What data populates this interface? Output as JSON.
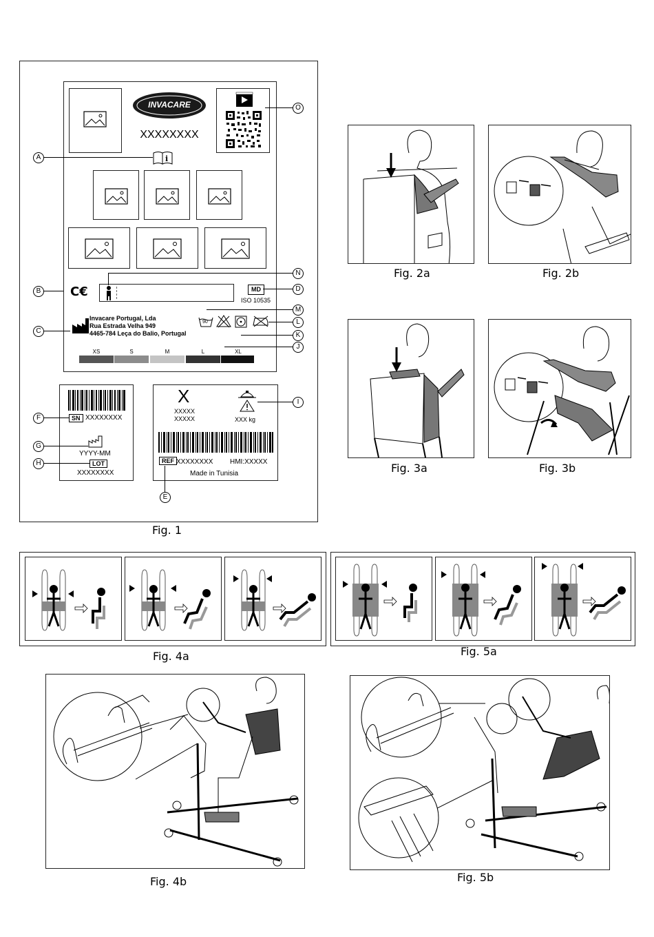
{
  "fig1": {
    "caption": "Fig. 1",
    "logo": "INVACARE",
    "model": "XXXXXXXX",
    "callouts": [
      "A",
      "B",
      "C",
      "D",
      "E",
      "F",
      "G",
      "H",
      "I",
      "J",
      "K",
      "L",
      "M",
      "N",
      "O"
    ],
    "md": "MD",
    "iso": "ISO 10535",
    "manufacturer": {
      "line1": "Invacare Portugal, Lda",
      "line2": "Rua Estrada Velha 949",
      "line3": "4465-784 Leça do Balio, Portugal"
    },
    "wash_temp": "90",
    "sizes": [
      {
        "label": "XS",
        "color": "#555555"
      },
      {
        "label": "S",
        "color": "#8c8c8c"
      },
      {
        "label": "M",
        "color": "#c4c4c4"
      },
      {
        "label": "L",
        "color": "#333333"
      },
      {
        "label": "XL",
        "color": "#111111"
      }
    ],
    "sn_label": "SN",
    "sn_value": "XXXXXXXX",
    "date_format": "YYYY-MM",
    "lot_label": "LOT",
    "lot_value": "XXXXXXXX",
    "x_big": "X",
    "x_line1": "XXXXX",
    "x_line2": "XXXXX",
    "weight": "XXX kg",
    "ref_label": "REF",
    "ref_value": "XXXXXXXX",
    "hmi": "HMI:XXXXX",
    "made_in": "Made in Tunisia"
  },
  "captions": {
    "fig2a": "Fig. 2a",
    "fig2b": "Fig. 2b",
    "fig3a": "Fig. 3a",
    "fig3b": "Fig. 3b",
    "fig4a": "Fig. 4a",
    "fig5a": "Fig. 5a",
    "fig4b": "Fig. 4b",
    "fig5b": "Fig. 5b"
  }
}
